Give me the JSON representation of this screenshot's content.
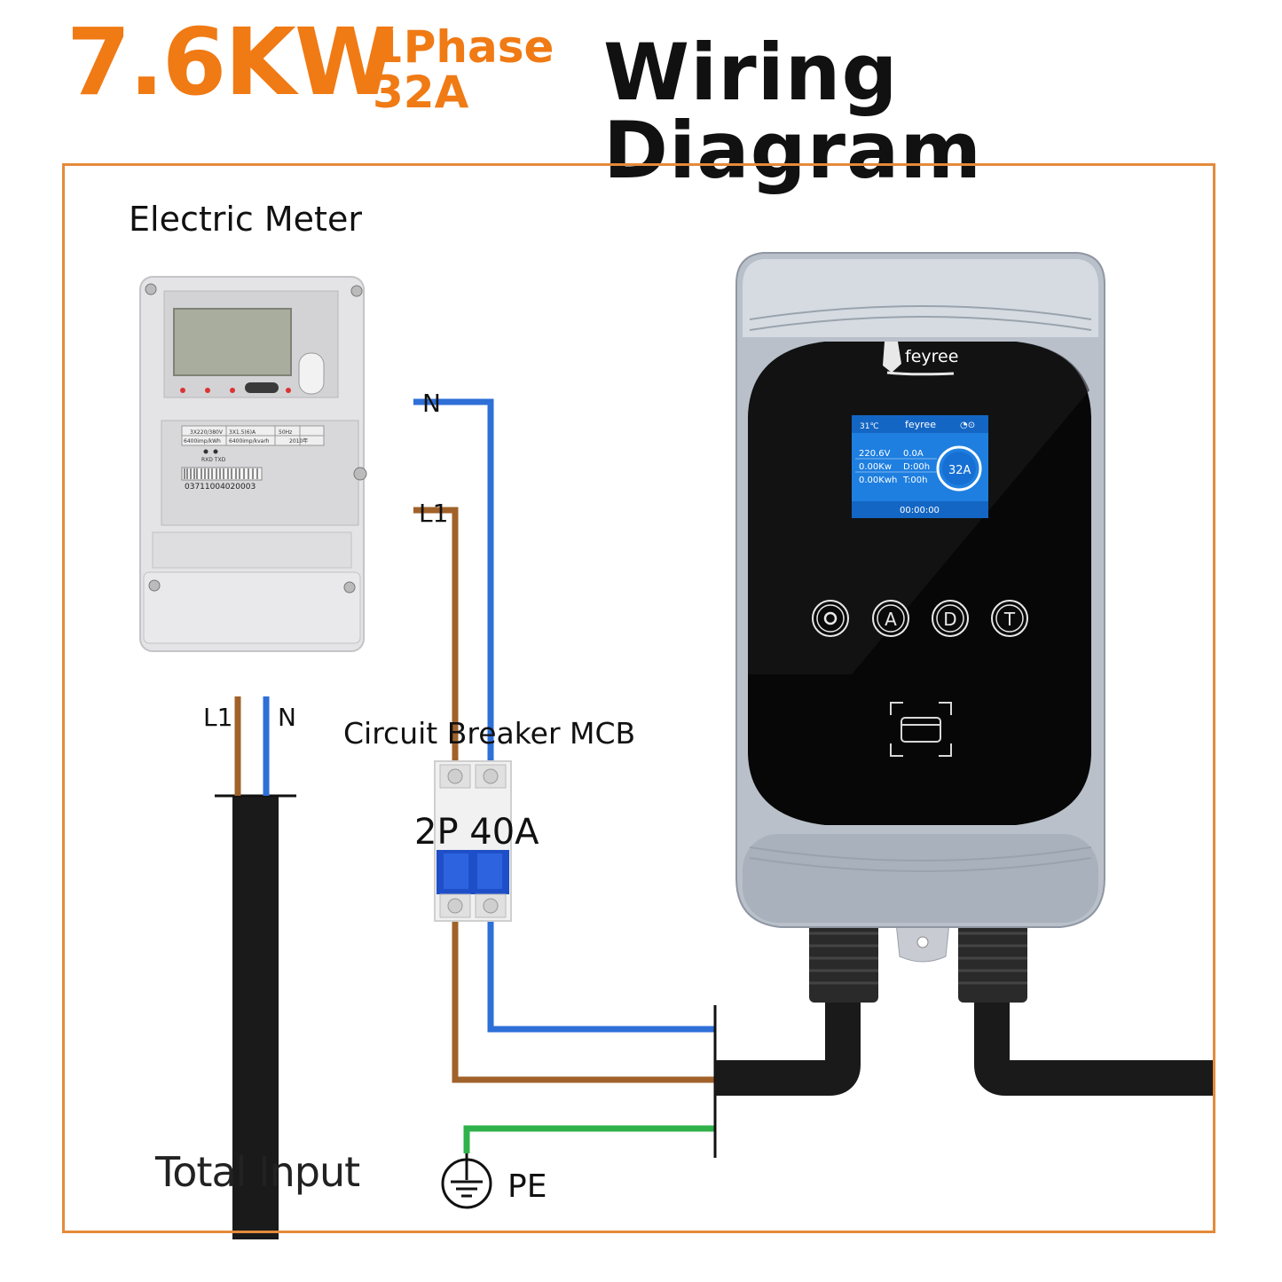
{
  "header": {
    "power": "7.6KW",
    "phase": "1Phase",
    "current": "32A",
    "title": "Wiring Diagram"
  },
  "meter": {
    "label": "Electric Meter",
    "serial": "03711004020003",
    "spec1": "3X220/380V",
    "spec2": "3X1.5(6)A",
    "spec3": "50Hz",
    "spec4": "6400imp/kWh",
    "spec5": "6400imp/kvarh",
    "spec6": "2010年",
    "ports": "RXD TXD"
  },
  "wires": {
    "n_top": "N",
    "l1_top": "L1",
    "l1_bottom": "L1",
    "n_bottom": "N",
    "total_input": "Total Input",
    "pe": "PE"
  },
  "breaker": {
    "label": "Circuit Breaker MCB",
    "rating": "2P 40A"
  },
  "charger": {
    "brand": "feyree",
    "screen": {
      "temp": "31℃",
      "brand": "feyree",
      "voltage": "220.6V",
      "current": "0.0A",
      "power": "0.00Kw",
      "duration": "D:00h",
      "energy": "0.00Kwh",
      "timer": "T:00h",
      "amp": "32A",
      "clock": "00:00:00"
    },
    "buttons": [
      "A",
      "D",
      "T"
    ]
  },
  "colors": {
    "accent": "#f07a14",
    "frame": "#e58a3a",
    "neutral_wire": "#2e6fd8",
    "live_wire": "#a0622a",
    "earth_wire": "#2fb24a",
    "cable": "#1a1a1a",
    "screen": "#1e7fe0"
  }
}
